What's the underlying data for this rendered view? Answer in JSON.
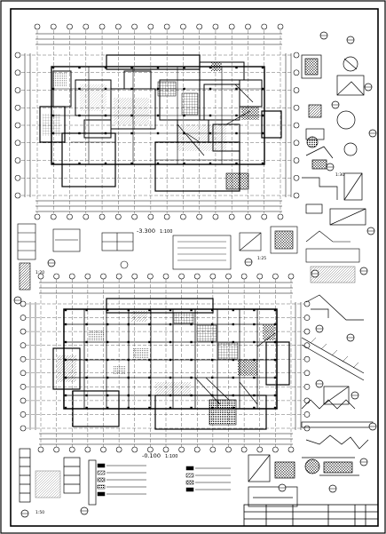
{
  "drawing": {
    "upper_plan": {
      "level_title": "-3.300",
      "scale": "1:100"
    },
    "lower_plan": {
      "level_title": "-0.100",
      "scale": "1:100"
    },
    "detail_scales": [
      "1:20",
      "1:25",
      "1:30",
      "1:50"
    ],
    "colors": {
      "line": "#000000",
      "paper": "#ffffff"
    }
  }
}
